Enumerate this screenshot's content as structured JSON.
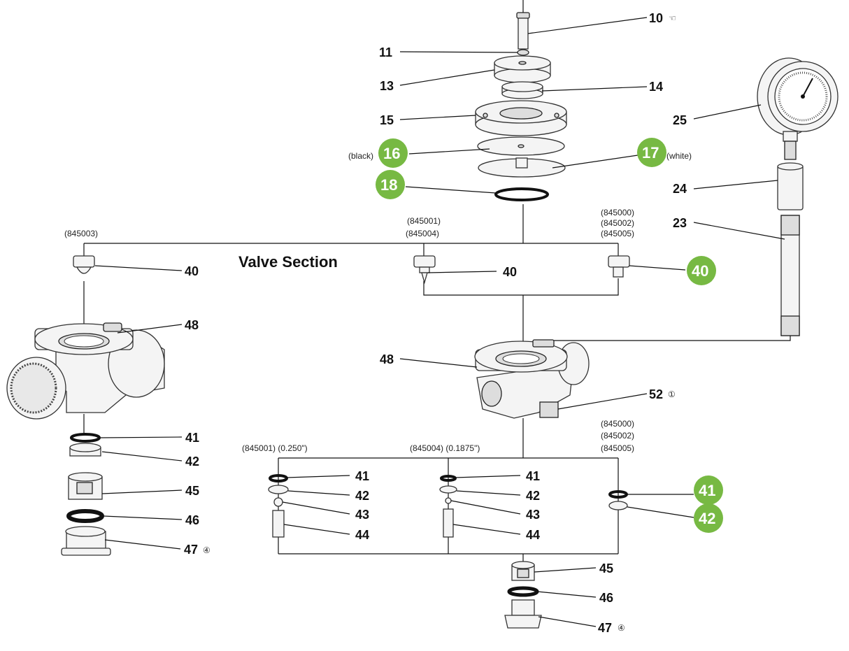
{
  "title": "Valve Section",
  "colors": {
    "highlight": "#77b943",
    "line": "#111111"
  },
  "labels": {
    "l10": "10",
    "l11": "11",
    "l13": "13",
    "l14": "14",
    "l15": "15",
    "l16": "16",
    "l17": "17",
    "l18": "18",
    "l25": "25",
    "l24": "24",
    "l23": "23",
    "l40a": "40",
    "l40b": "40",
    "l40c": "40",
    "l48a": "48",
    "l48b": "48",
    "l52": "52",
    "l41a": "41",
    "l42a": "42",
    "l45a": "45",
    "l46a": "46",
    "l47a": "47",
    "l41b": "41",
    "l42b": "42",
    "l43b": "43",
    "l44b": "44",
    "l41c": "41",
    "l42c": "42",
    "l43c": "43",
    "l44c": "44",
    "l41d": "41",
    "l42d": "42",
    "l45b": "45",
    "l46b": "46",
    "l47b": "47"
  },
  "notes": {
    "black": "(black)",
    "white": "(white)",
    "m845003": "(845003)",
    "m845001": "(845001)",
    "m845004": "(845004)",
    "m845000": "(845000)",
    "m845002": "(845002)",
    "m845005": "(845005)",
    "b845001": "(845001) (0.250\")",
    "b845004": "(845004) (0.1875\")",
    "b845000": "(845000)",
    "b845002": "(845002)",
    "b845005": "(845005)",
    "circ1": "①",
    "circ4a": "④",
    "circ4b": "④",
    "hand": "☜"
  }
}
